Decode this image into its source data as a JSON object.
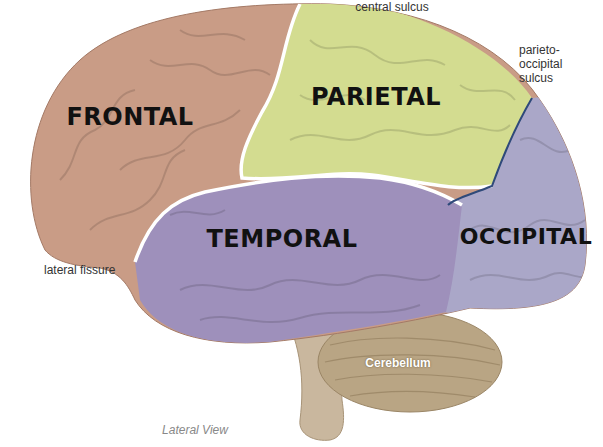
{
  "diagram": {
    "caption": "Lateral View",
    "labels": [
      "central sulcus",
      "FRONTAL",
      "PARIETAL",
      "parieto- occipital sulcus",
      "TEMPORAL",
      "lateral fissure",
      "OCCIPITAL",
      "Cerebellum"
    ]
  }
}
